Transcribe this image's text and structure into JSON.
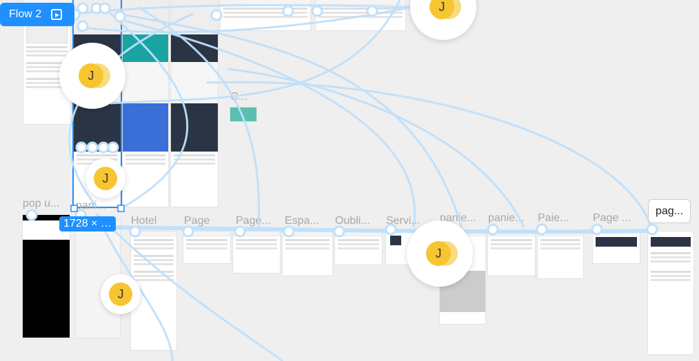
{
  "flow": {
    "label": "Flow 2",
    "icon": "play-frame-icon"
  },
  "selection_dimensions": "1728 × …",
  "frame_labels": [
    "pop u...",
    "pani...",
    "Hotel",
    "Page",
    "Page...",
    "Espa...",
    "Oubli...",
    "Servi...",
    "panie...",
    "panie...",
    "Paie...",
    "Page ...",
    "C..."
  ],
  "selected_label": "pag...",
  "avatar_initial": "J",
  "colors": {
    "accent": "#1e90ff",
    "connection": "#bfe0fb",
    "avatar": "#f7c531"
  }
}
